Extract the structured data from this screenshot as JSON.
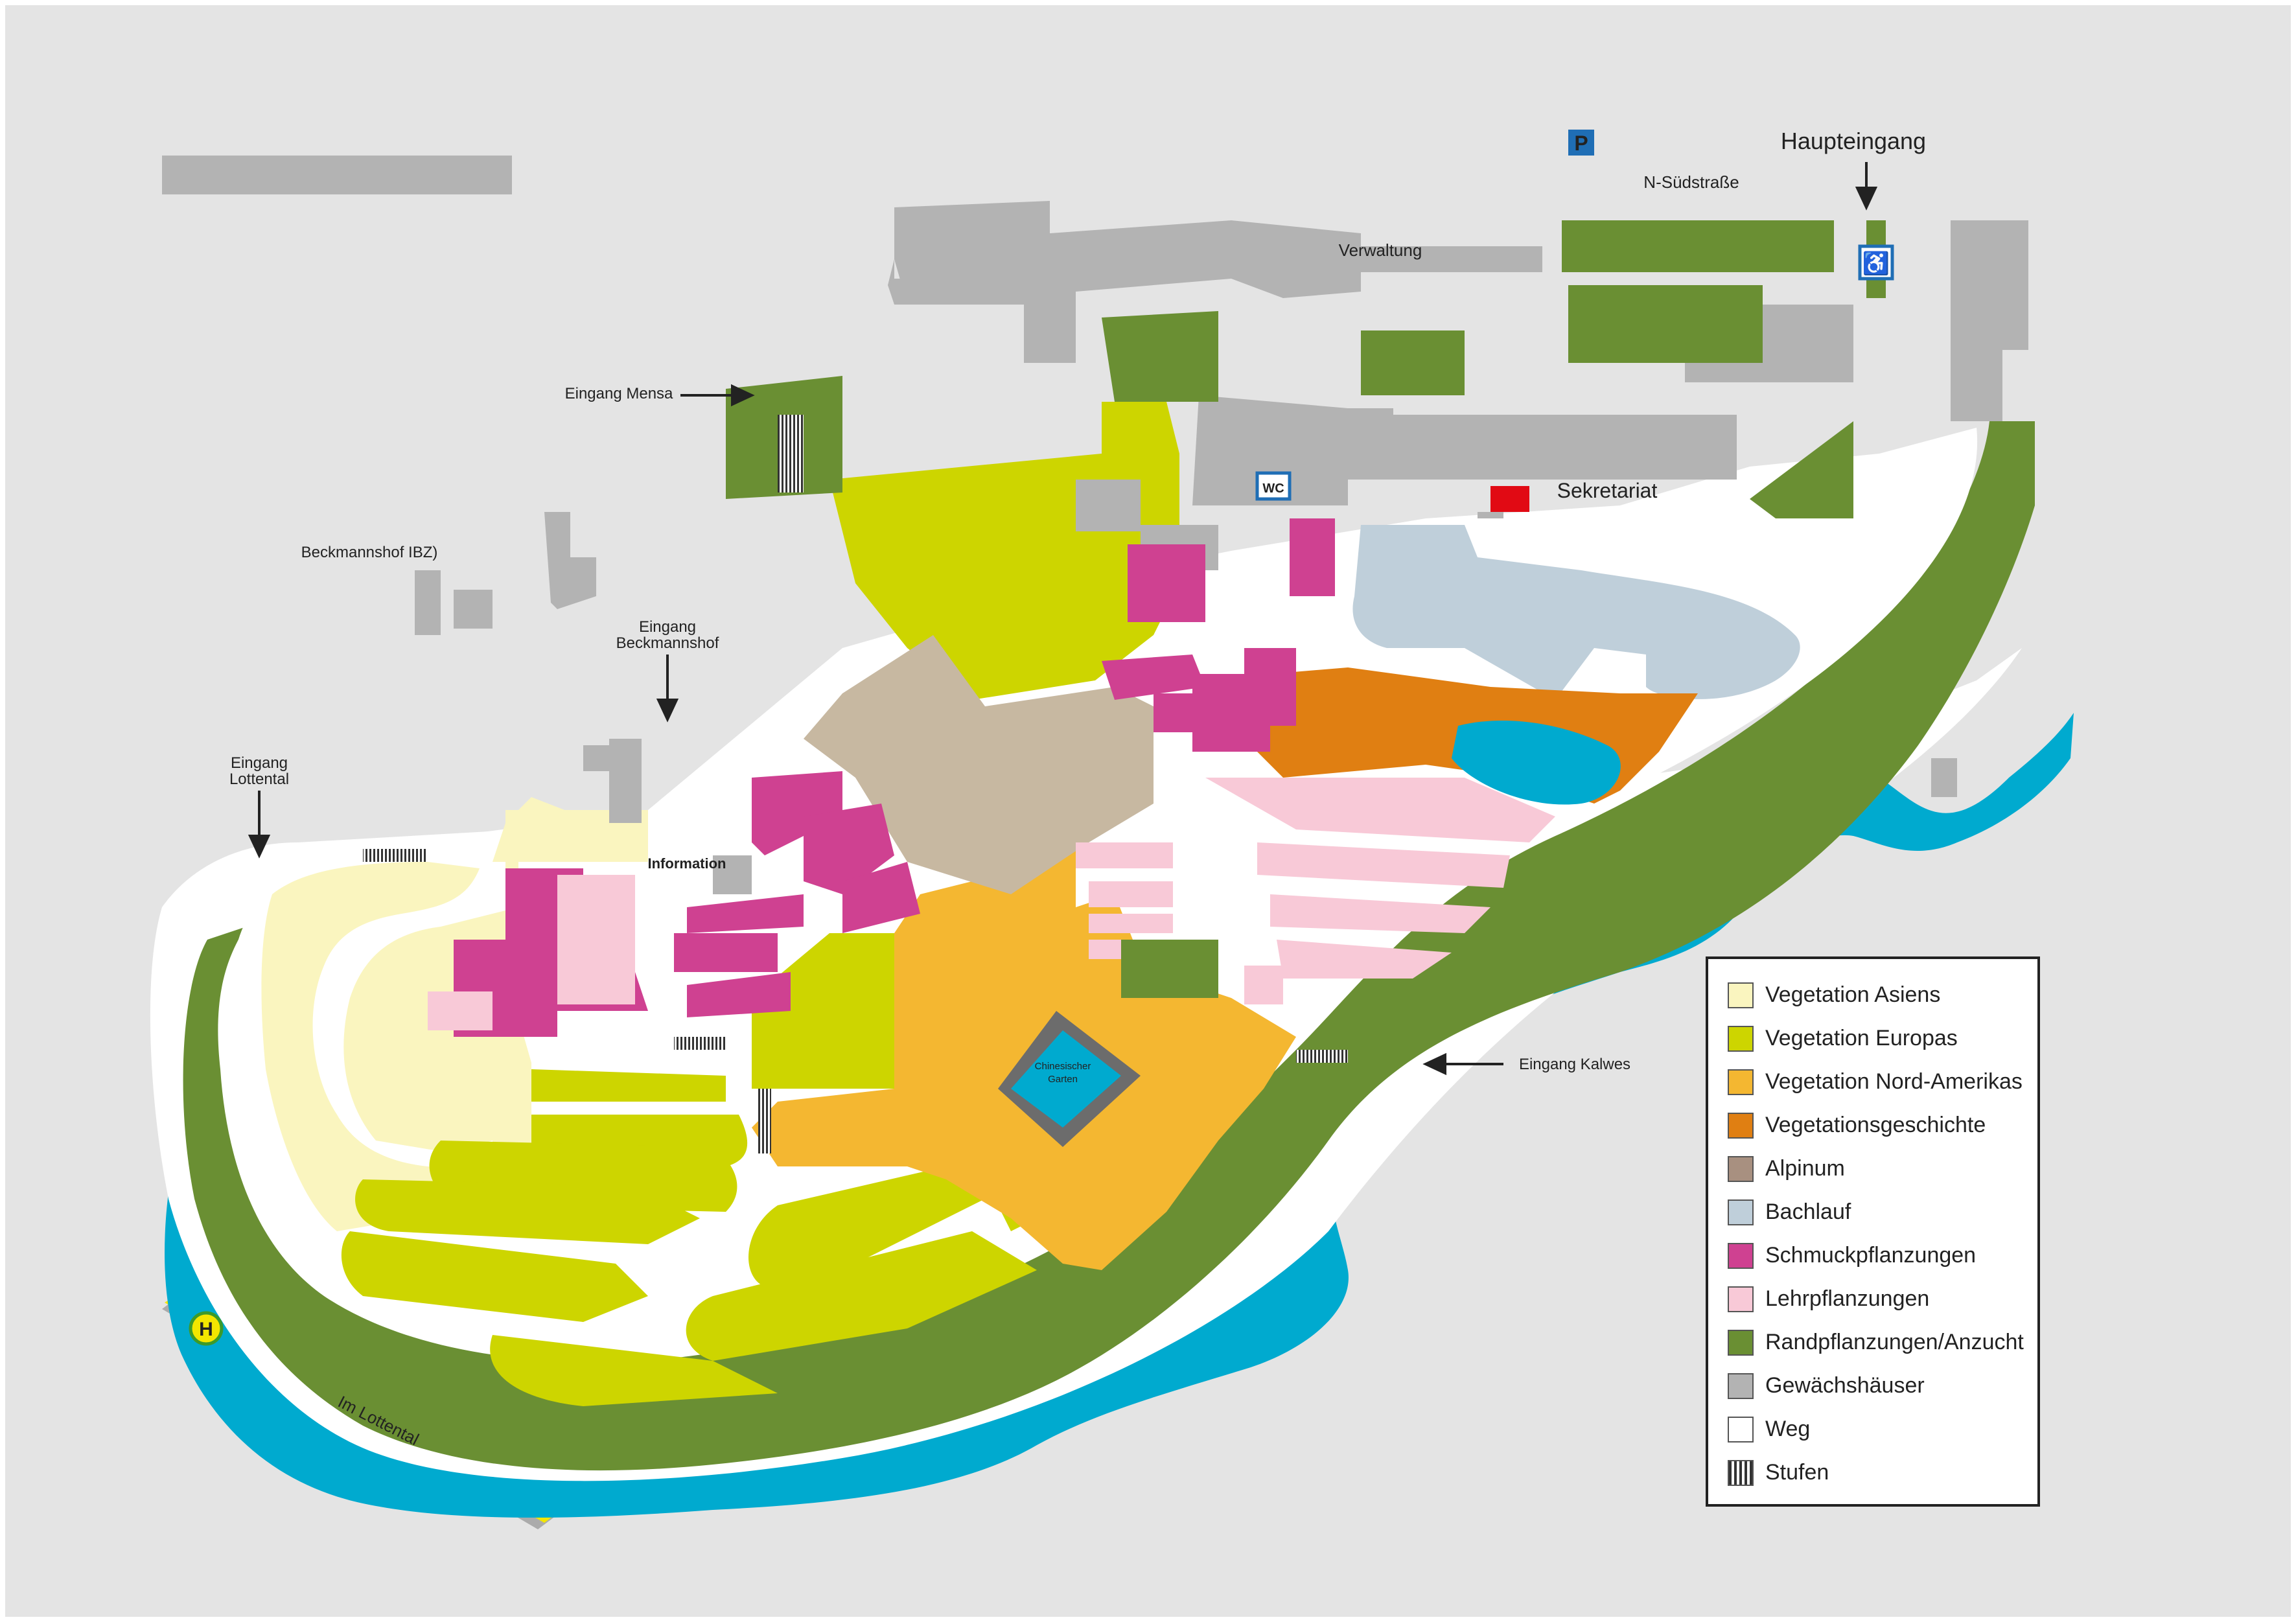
{
  "map": {
    "title": "",
    "labels": {
      "haupteingang": "Haupteingang",
      "street_north": "N-Südstraße",
      "verwaltung": "Verwaltung",
      "eingang_mensa": "Eingang Mensa",
      "beckmannshof": "Beckmannshof IBZ)",
      "eingang_beckmannshof_1": "Eingang",
      "eingang_beckmannshof_2": "Beckmannshof",
      "eingang_lottental_1": "Eingang",
      "eingang_lottental_2": "Lottental",
      "information": "Information",
      "wc": "WC",
      "sekretariat": "Sekretariat",
      "chinesischer_1": "Chinesischer",
      "chinesischer_2": "Garten",
      "eingang_kalwes": "Eingang Kalwes",
      "street_south": "Im Lottental",
      "parking": "P",
      "bus_stop": "H",
      "wheelchair": "♿"
    }
  },
  "legend": {
    "items": [
      {
        "label": "Vegetation Asiens",
        "color": "#faf5bf"
      },
      {
        "label": "Vegetation Europas",
        "color": "#cdd500"
      },
      {
        "label": "Vegetation Nord-Amerikas",
        "color": "#f4b731"
      },
      {
        "label": "Vegetationsgeschichte",
        "color": "#e07f12"
      },
      {
        "label": "Alpinum",
        "color": "#a89080"
      },
      {
        "label": "Bachlauf",
        "color": "#bfcfda"
      },
      {
        "label": "Schmuckpflanzungen",
        "color": "#cf4191"
      },
      {
        "label": "Lehrpflanzungen",
        "color": "#f8c9d7"
      },
      {
        "label": "Randpflanzungen/Anzucht",
        "color": "#6a8f33"
      },
      {
        "label": "Gewächshäuser",
        "color": "#b3b3b3"
      },
      {
        "label": "Weg",
        "color": "#ffffff"
      },
      {
        "label": "Stufen",
        "color": "stripes"
      }
    ]
  },
  "colors": {
    "background": "#e4e4e4",
    "water": "#00aacf",
    "road_line": "#f3e600",
    "accent_red": "#e10a14"
  }
}
